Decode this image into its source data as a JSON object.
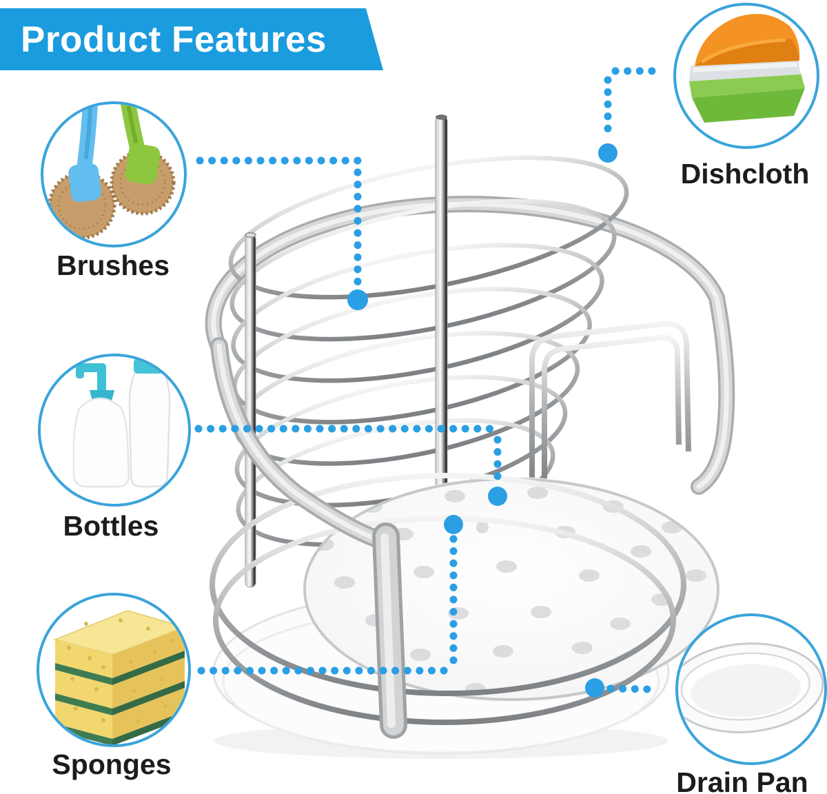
{
  "header": {
    "title": "Product Features",
    "background": "#1B9CDE",
    "text_color": "#FFFFFF"
  },
  "features": [
    {
      "id": "brushes",
      "label": "Brushes"
    },
    {
      "id": "dishcloth",
      "label": "Dishcloth"
    },
    {
      "id": "bottles",
      "label": "Bottles"
    },
    {
      "id": "sponges",
      "label": "Sponges"
    },
    {
      "id": "drain-pan",
      "label": "Drain Pan"
    }
  ],
  "colors": {
    "accent_blue": "#2B9FE4",
    "circle_stroke": "#3AA4DA",
    "label_text": "#1C1C1C",
    "steel_light": "#E8E8E8",
    "steel_dark": "#9A9A9A"
  }
}
